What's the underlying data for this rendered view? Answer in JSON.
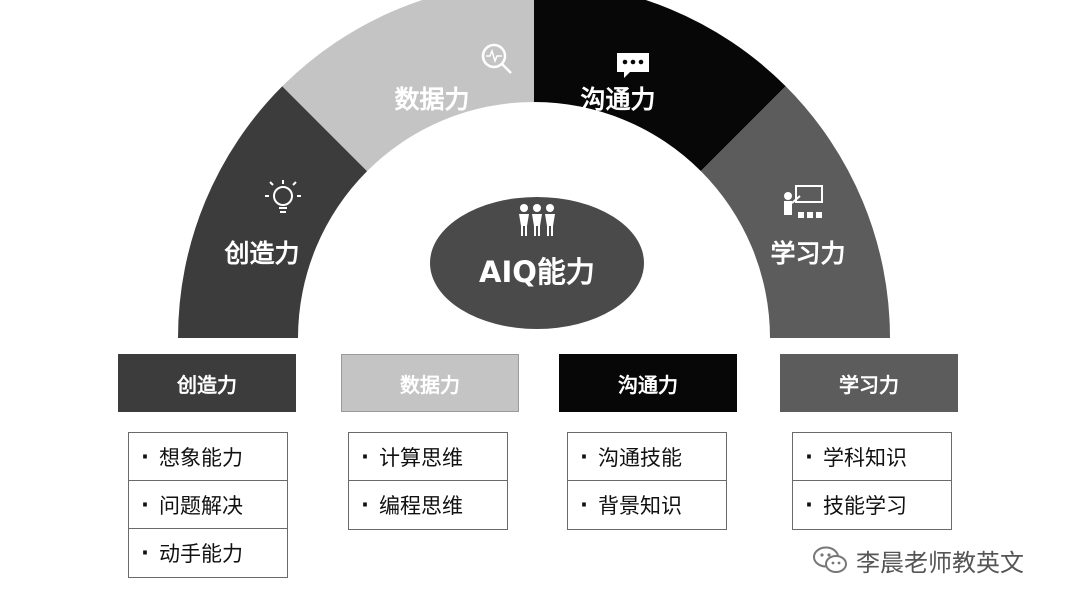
{
  "center": {
    "label": "AIQ能力"
  },
  "arc_segments": [
    {
      "id": "creativity",
      "label": "创造力",
      "fill": "#3c3c3c",
      "text_color": "#ffffff",
      "icon": "lightbulb-icon"
    },
    {
      "id": "data",
      "label": "数据力",
      "fill": "#c4c4c4",
      "text_color": "#ffffff",
      "icon": "magnifier-pulse-icon"
    },
    {
      "id": "communication",
      "label": "沟通力",
      "fill": "#070707",
      "text_color": "#ffffff",
      "icon": "chat-bubble-icon"
    },
    {
      "id": "learning",
      "label": "学习力",
      "fill": "#5c5c5c",
      "text_color": "#ffffff",
      "icon": "teacher-board-icon"
    }
  ],
  "categories": [
    {
      "header": "创造力",
      "header_bg": "#3c3c3c",
      "header_text": "#ffffff",
      "items": [
        "想象能力",
        "问题解决",
        "动手能力"
      ]
    },
    {
      "header": "数据力",
      "header_bg": "#c4c4c4",
      "header_text": "#ffffff",
      "items": [
        "计算思维",
        "编程思维"
      ]
    },
    {
      "header": "沟通力",
      "header_bg": "#070707",
      "header_text": "#ffffff",
      "items": [
        "沟通技能",
        "背景知识"
      ]
    },
    {
      "header": "学习力",
      "header_bg": "#5c5c5c",
      "header_text": "#ffffff",
      "items": [
        "学科知识",
        "技能学习"
      ]
    }
  ],
  "bullet": "·",
  "watermark": {
    "text": "李晨老师教英文",
    "icon": "wechat-icon"
  }
}
